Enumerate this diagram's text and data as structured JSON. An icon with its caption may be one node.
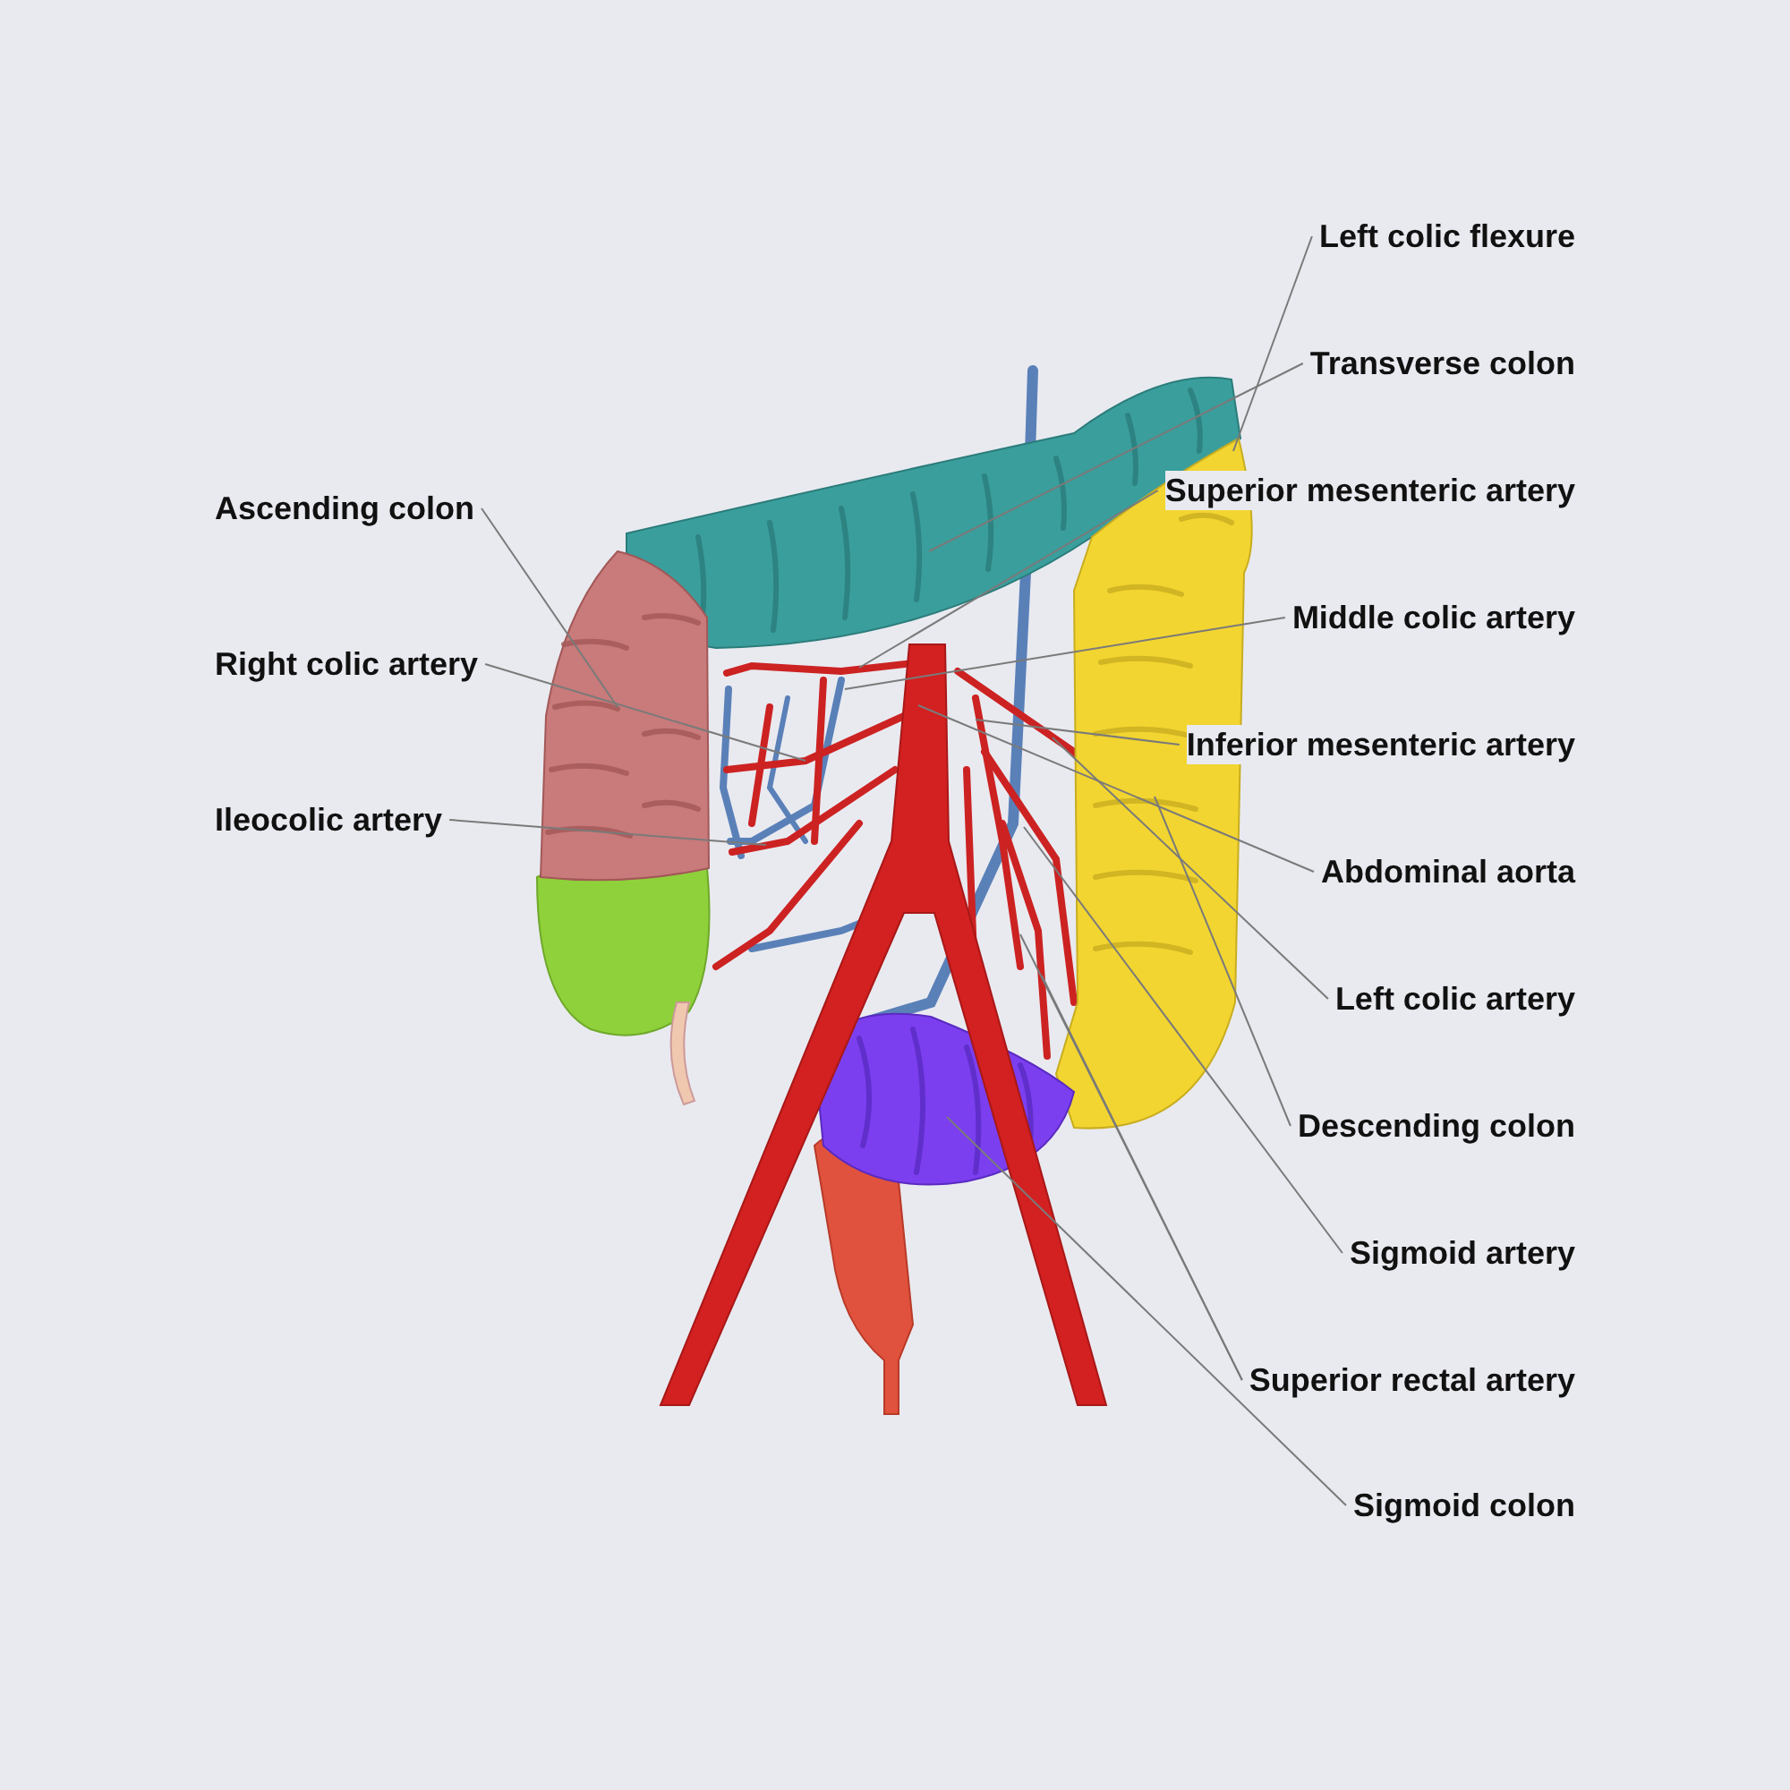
{
  "diagram": {
    "nodes": [
      {
        "text": [
          "Left colic flexure"
        ]
      },
      {
        "text": [
          "Transverse colon"
        ]
      },
      {
        "text": [
          "Superior mesenteric artery"
        ]
      },
      {
        "text": [
          "Ascending colon"
        ]
      },
      {
        "text": [
          "Middle colic artery"
        ]
      },
      {
        "text": [
          "Right colic artery"
        ]
      },
      {
        "text": [
          "Inferior mesenteric artery"
        ]
      },
      {
        "text": [
          "Ileocolic artery"
        ]
      },
      {
        "text": [
          "Abdominal aorta"
        ]
      },
      {
        "text": [
          "Left colic artery"
        ]
      },
      {
        "text": [
          "Descending colon"
        ]
      },
      {
        "text": [
          "Sigmoid artery"
        ]
      },
      {
        "text": [
          "Superior rectal artery"
        ]
      },
      {
        "text": [
          "Sigmoid colon"
        ]
      },
      {
        "text": [],
        "shape": "picture"
      },
      {
        "text": [],
        "shape": "picture"
      },
      {
        "text": [],
        "shape": "picture"
      },
      {
        "text": [],
        "shape": "picture"
      },
      {
        "text": [],
        "shape": "picture"
      }
    ],
    "edges": [
      {
        "from": 0,
        "to": 16,
        "arrow": "none"
      },
      {
        "from": 1,
        "to": 14,
        "arrow": "none"
      },
      {
        "from": 2,
        "to": null,
        "arrow": "none"
      },
      {
        "from": 3,
        "to": 15,
        "arrow": "none"
      },
      {
        "from": 4,
        "to": null,
        "arrow": "none"
      },
      {
        "from": 5,
        "to": null,
        "arrow": "none"
      },
      {
        "from": 6,
        "to": null,
        "arrow": "none"
      },
      {
        "from": 7,
        "to": null,
        "arrow": "none"
      },
      {
        "from": 8,
        "to": 18,
        "arrow": "none"
      },
      {
        "from": 9,
        "to": null,
        "arrow": "none"
      },
      {
        "from": 10,
        "to": 16,
        "arrow": "none"
      },
      {
        "from": 11,
        "to": null,
        "arrow": "none"
      },
      {
        "from": 12,
        "to": null,
        "arrow": "none"
      },
      {
        "from": 12,
        "to": null,
        "arrow": "none"
      },
      {
        "from": 13,
        "to": 17,
        "arrow": "none"
      }
    ]
  }
}
